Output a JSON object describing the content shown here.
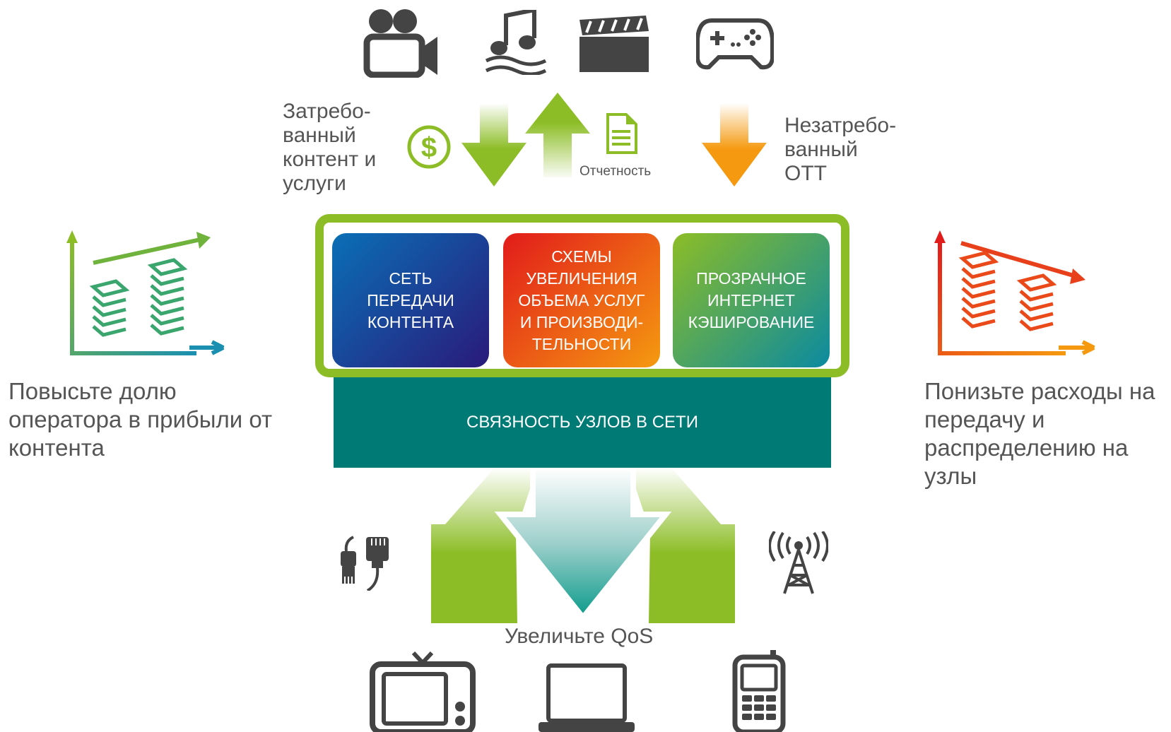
{
  "labels": {
    "demanded_content": "Затребо-\nванный\nконтент и\nуслуги",
    "undemanded_ott": "Незатребо-\nванный\nOTT",
    "reporting": "Отчетность",
    "raise_share": "Повысьте долю\nоператора в прибыли от\nконтента",
    "lower_costs": "Понизьте расходы на\nпередачу и\nраспределению на\nузлы",
    "qos": "Увеличьте QoS"
  },
  "boxes": [
    {
      "label": "СЕТЬ\nПЕРЕДАЧИ\nКОНТЕНТА",
      "color_from": "#0a6fb6",
      "color_to": "#2a1a7a"
    },
    {
      "label": "СХЕМЫ\nУВЕЛИЧЕНИЯ\nОБЪЕМА УСЛУГ\nИ ПРОИЗВОДИ-\nТЕЛЬНОСТИ",
      "color_from": "#e21b1b",
      "color_to": "#f59a10"
    },
    {
      "label": "ПРОЗРАЧНОЕ\nИНТЕРНЕТ\nКЭШИРОВАНИЕ",
      "color_from": "#8cbd26",
      "color_to": "#0b8aa0"
    }
  ],
  "bottom_bar": {
    "label": "СВЯЗНОСТЬ УЗЛОВ  В СЕТИ",
    "color": "#007a75"
  },
  "colors": {
    "frame": "#8cbd26",
    "icon": "#444444",
    "green_arrow": "#8cbd26",
    "orange_arrow": "#f59a10"
  },
  "icons": [
    "video-camera-icon",
    "music-note-icon",
    "clapperboard-icon",
    "gamepad-icon",
    "dollar-icon",
    "document-icon",
    "growth-chart-icon",
    "decline-chart-icon",
    "cable-plug-icon",
    "antenna-icon",
    "tv-icon",
    "laptop-icon",
    "mobile-phone-icon"
  ]
}
